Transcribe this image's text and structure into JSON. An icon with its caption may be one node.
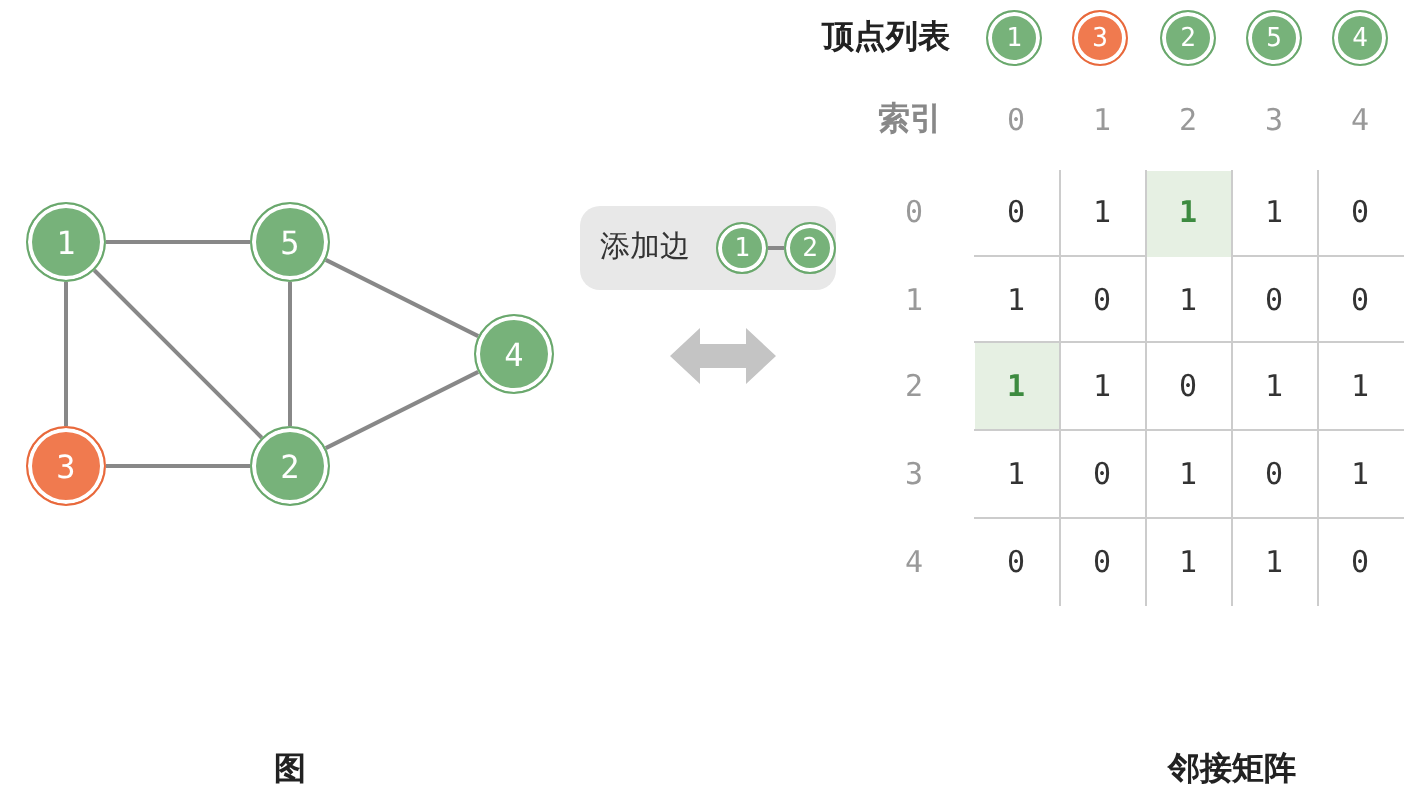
{
  "diagram": {
    "nodes": [
      {
        "text": [
          "1"
        ]
      },
      {
        "text": [
          "5"
        ]
      },
      {
        "text": [
          "4"
        ]
      },
      {
        "text": [
          "3"
        ]
      },
      {
        "text": [
          "2"
        ]
      },
      {
        "text": [
          "添加边"
        ]
      },
      {
        "text": [
          "1"
        ],
        "in": 5
      },
      {
        "text": [
          "2"
        ],
        "in": 5
      },
      {
        "text": [
          "1"
        ]
      },
      {
        "text": [
          "3"
        ]
      },
      {
        "text": [
          "2"
        ]
      },
      {
        "text": [
          "5"
        ]
      },
      {
        "text": [
          "4"
        ]
      }
    ],
    "edges": [
      {
        "from": 0,
        "to": 1,
        "arrow": "none"
      },
      {
        "from": 0,
        "to": 3,
        "arrow": "none"
      },
      {
        "from": 0,
        "to": 4,
        "arrow": "none"
      },
      {
        "from": 1,
        "to": 4,
        "arrow": "none"
      },
      {
        "from": 1,
        "to": 2,
        "arrow": "none"
      },
      {
        "from": 3,
        "to": 4,
        "arrow": "none"
      },
      {
        "from": 4,
        "to": 2,
        "arrow": "none"
      },
      {
        "from": 6,
        "to": 7,
        "arrow": "none"
      }
    ],
    "labels": [
      "顶点列表",
      "索引",
      "0",
      "1",
      "2",
      "3",
      "4",
      "0",
      "0",
      "1",
      "1",
      "1",
      "0",
      "1",
      "1",
      "0",
      "1",
      "0",
      "0",
      "2",
      "1",
      "1",
      "0",
      "1",
      "1",
      "3",
      "1",
      "0",
      "1",
      "0",
      "1",
      "4",
      "0",
      "0",
      "1",
      "1",
      "0",
      "图",
      "邻接矩阵"
    ]
  }
}
